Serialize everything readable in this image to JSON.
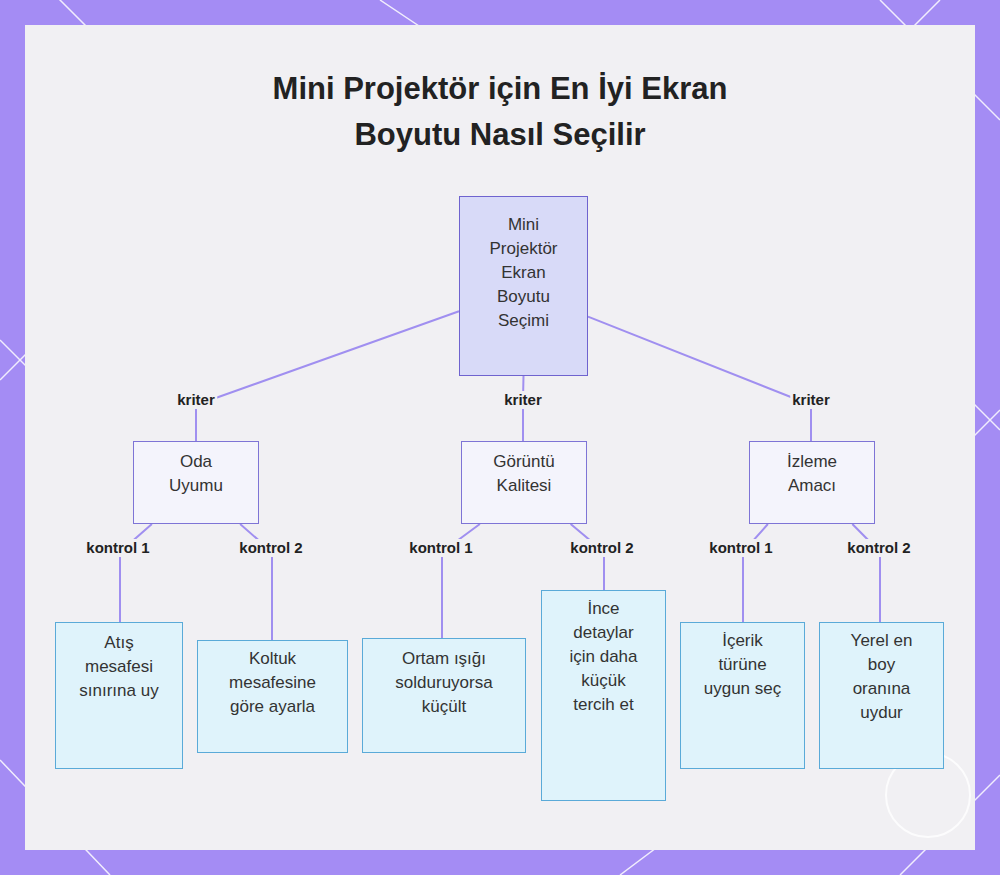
{
  "diagram": {
    "title": "Mini Projektör için En İyi Ekran Boyutu Nasıl Seçilir",
    "nodes": [
      {
        "text": [
          "Mini Projektör Ekran Boyutu Seçimi"
        ]
      },
      {
        "text": [
          "Oda Uyumu"
        ]
      },
      {
        "text": [
          "Görüntü Kalitesi"
        ]
      },
      {
        "text": [
          "İzleme Amacı"
        ]
      },
      {
        "text": [
          "Atış mesafesi sınırına uy"
        ]
      },
      {
        "text": [
          "Koltuk mesafesine göre ayarla"
        ]
      },
      {
        "text": [
          "Ortam ışığı solduruyorsa küçült"
        ]
      },
      {
        "text": [
          "İnce detaylar için daha küçük tercih et"
        ]
      },
      {
        "text": [
          "İçerik türüne uygun seç"
        ]
      },
      {
        "text": [
          "Yerel en boy oranına uydur"
        ]
      }
    ],
    "edges": [
      {
        "from": 0,
        "to": 1,
        "label": "kriter",
        "arrow": "none"
      },
      {
        "from": 0,
        "to": 2,
        "label": "kriter",
        "arrow": "none"
      },
      {
        "from": 0,
        "to": 3,
        "label": "kriter",
        "arrow": "none"
      },
      {
        "from": 1,
        "to": 4,
        "label": "kontrol 1",
        "arrow": "none"
      },
      {
        "from": 1,
        "to": 5,
        "label": "kontrol 2",
        "arrow": "none"
      },
      {
        "from": 2,
        "to": 6,
        "label": "kontrol 1",
        "arrow": "none"
      },
      {
        "from": 2,
        "to": 7,
        "label": "kontrol 2",
        "arrow": "none"
      },
      {
        "from": 3,
        "to": 8,
        "label": "kontrol 1",
        "arrow": "none"
      },
      {
        "from": 3,
        "to": 9,
        "label": "kontrol 2",
        "arrow": "none"
      }
    ]
  }
}
